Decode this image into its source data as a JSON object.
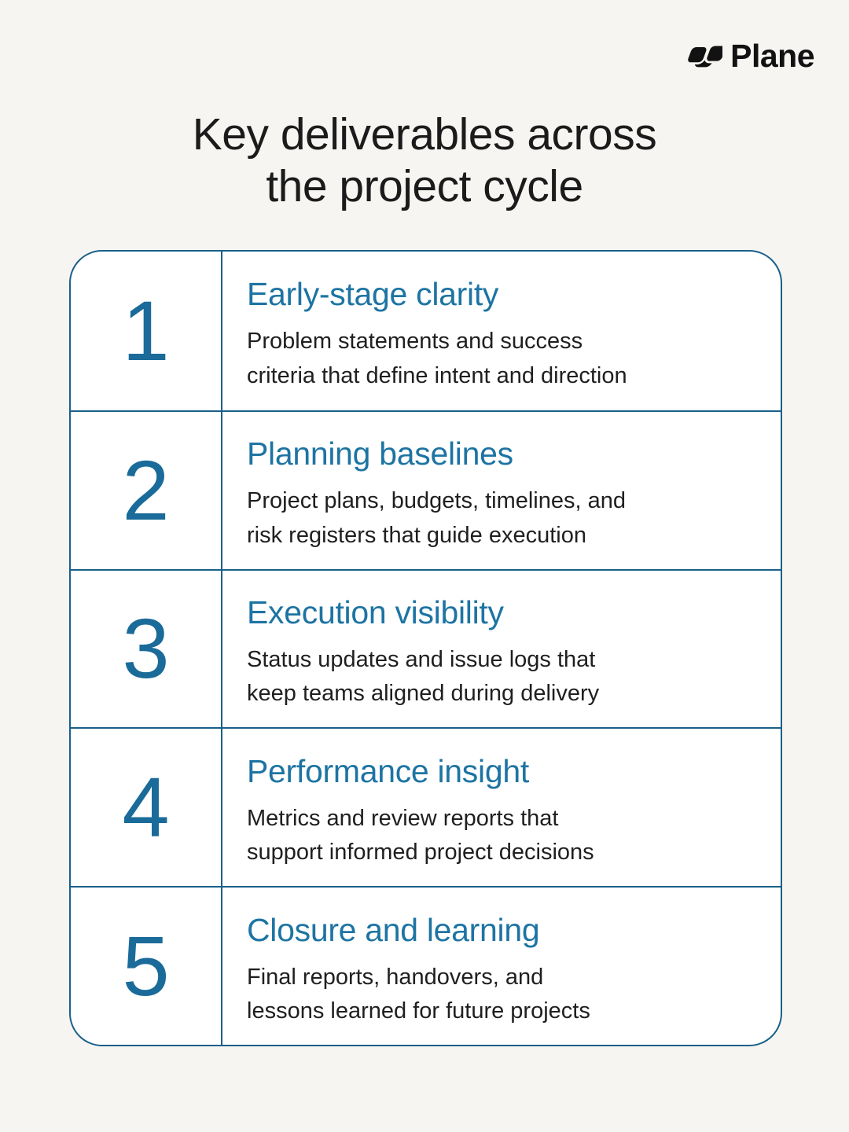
{
  "brand": {
    "name": "Plane",
    "logo_icon": "plane-panes-mark",
    "logo_color": "#121212"
  },
  "title": {
    "line1": "Key deliverables across",
    "line2": "the project cycle"
  },
  "colors": {
    "page_background": "#f7f5f2",
    "card_background": "#ffffff",
    "table_border": "#19608a",
    "number_blue": "#1a6b99",
    "heading_blue": "#1d74a3",
    "body_text": "#1f1f1f"
  },
  "rows": [
    {
      "number": "1",
      "heading": "Early-stage clarity",
      "desc": [
        "Problem statements and success",
        "criteria that define intent and direction"
      ]
    },
    {
      "number": "2",
      "heading": "Planning baselines",
      "desc": [
        "Project plans, budgets, timelines, and",
        "risk registers that guide execution"
      ]
    },
    {
      "number": "3",
      "heading": "Execution visibility",
      "desc": [
        "Status updates and issue logs that",
        "keep teams aligned during delivery"
      ]
    },
    {
      "number": "4",
      "heading": "Performance insight",
      "desc": [
        "Metrics and review reports that",
        "support informed project decisions"
      ]
    },
    {
      "number": "5",
      "heading": "Closure and learning",
      "desc": [
        "Final reports, handovers, and",
        "lessons learned for future projects"
      ]
    }
  ]
}
